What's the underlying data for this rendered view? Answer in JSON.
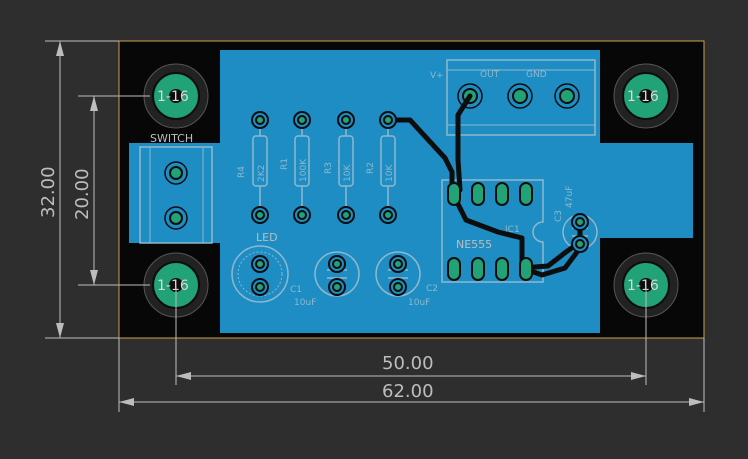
{
  "dimensions": {
    "height_outer": "32.00",
    "height_inner": "20.00",
    "width_inner": "50.00",
    "width_outer": "62.00"
  },
  "mount_holes": [
    "1-16",
    "1-16",
    "1-16",
    "1-16"
  ],
  "labels": {
    "switch": "SWITCH",
    "led": "LED",
    "ic": "IC1",
    "ic_part": "NE555",
    "r4": "R4",
    "r4_val": "2K2",
    "r1": "R1",
    "r1_val": "100K",
    "r3": "R3",
    "r3_val": "10K",
    "r2": "R2",
    "r2_val": "10K",
    "c1": "C1",
    "c1_val": "10uF",
    "c2": "C2",
    "c2_val": "10uF",
    "c3": "C3",
    "c3_val": "47uF",
    "vplus": "V+",
    "out": "OUT",
    "gnd": "GND"
  },
  "colors": {
    "background": "#2e2e2e",
    "copper": "#1d8dc3",
    "pad": "#21a277",
    "trace": "#0d0d0d",
    "silkscreen": "#bdbdbd"
  }
}
